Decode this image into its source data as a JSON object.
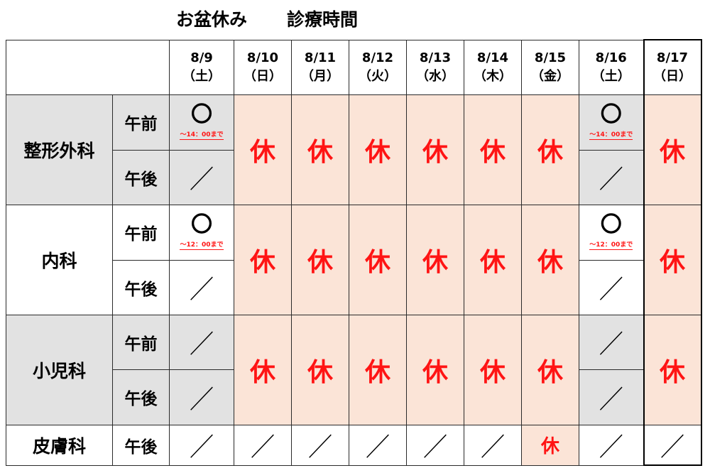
{
  "title": {
    "main": "お盆休み",
    "sub": "診療時間"
  },
  "dates": [
    {
      "date": "8/9",
      "dow": "（土）"
    },
    {
      "date": "8/10",
      "dow": "（日）"
    },
    {
      "date": "8/11",
      "dow": "（月）"
    },
    {
      "date": "8/12",
      "dow": "（火）"
    },
    {
      "date": "8/13",
      "dow": "（水）"
    },
    {
      "date": "8/14",
      "dow": "（木）"
    },
    {
      "date": "8/15",
      "dow": "（金）"
    },
    {
      "date": "8/16",
      "dow": "（土）"
    },
    {
      "date": "8/17",
      "dow": "（日）"
    }
  ],
  "sessions": {
    "am": "午前",
    "pm": "午後"
  },
  "marks": {
    "closed": "休",
    "open": "〇",
    "none": "／"
  },
  "departments": {
    "orthopedics": {
      "name": "整形外科",
      "am_note": "～14：00まで"
    },
    "internal": {
      "name": "内科",
      "am_note": "～12：00まで"
    },
    "pediatrics": {
      "name": "小児科"
    },
    "dermatology": {
      "name": "皮膚科"
    }
  },
  "colors": {
    "closed_red": "#ff1414",
    "open_grey": "#e2e2e2",
    "holiday_pink": "#fbe4d7"
  }
}
